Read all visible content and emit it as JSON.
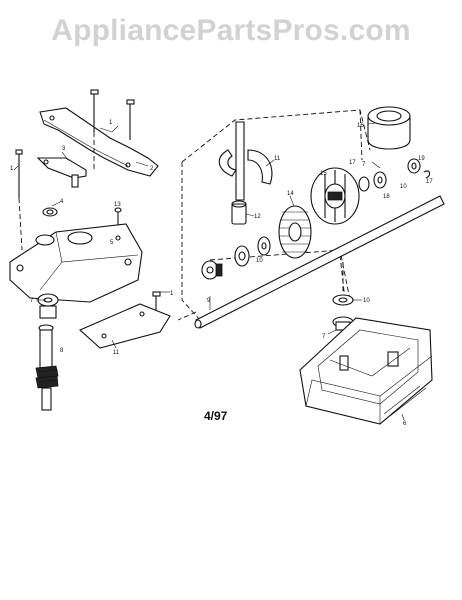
{
  "watermark": {
    "text": "AppliancePartsPros.com"
  },
  "date_code": "4/97",
  "callouts": [
    {
      "id": "c1a",
      "text": "1"
    },
    {
      "id": "c1b",
      "text": "1"
    },
    {
      "id": "c1c",
      "text": "1"
    },
    {
      "id": "c2",
      "text": "2"
    },
    {
      "id": "c3",
      "text": "3"
    },
    {
      "id": "c4",
      "text": "4"
    },
    {
      "id": "c5",
      "text": "5"
    },
    {
      "id": "c6",
      "text": "6"
    },
    {
      "id": "c7a",
      "text": "7"
    },
    {
      "id": "c7b",
      "text": "7"
    },
    {
      "id": "c7c",
      "text": "7"
    },
    {
      "id": "c8",
      "text": "8"
    },
    {
      "id": "c9",
      "text": "9"
    },
    {
      "id": "c10a",
      "text": "10"
    },
    {
      "id": "c10b",
      "text": "10"
    },
    {
      "id": "c10c",
      "text": "10"
    },
    {
      "id": "c11a",
      "text": "11"
    },
    {
      "id": "c11b",
      "text": "11"
    },
    {
      "id": "c12",
      "text": "12"
    },
    {
      "id": "c13",
      "text": "13"
    },
    {
      "id": "c14",
      "text": "14"
    },
    {
      "id": "c15",
      "text": "15"
    },
    {
      "id": "c16",
      "text": "16"
    },
    {
      "id": "c17a",
      "text": "17"
    },
    {
      "id": "c17b",
      "text": "17"
    },
    {
      "id": "c18",
      "text": "18"
    },
    {
      "id": "c19",
      "text": "19"
    }
  ]
}
